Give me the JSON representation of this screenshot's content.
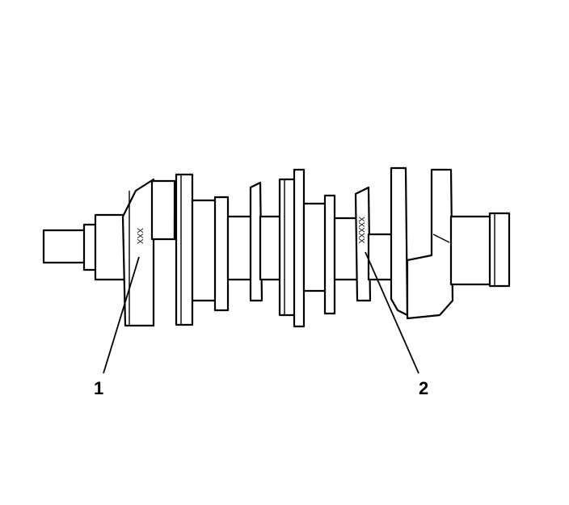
{
  "diagram": {
    "callouts": [
      {
        "label": "1",
        "target": "crankshaft-front-marking"
      },
      {
        "label": "2",
        "target": "crankshaft-rear-marking"
      }
    ],
    "markings": {
      "front": "XXX",
      "rear": "XXXXX"
    }
  }
}
